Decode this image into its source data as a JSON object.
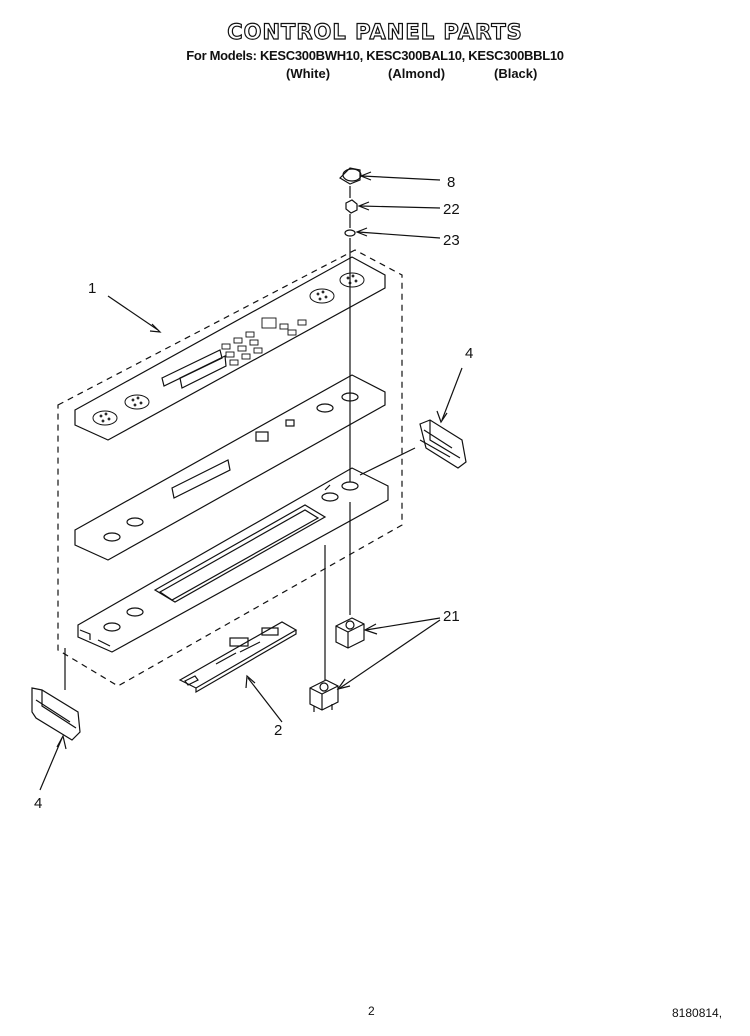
{
  "header": {
    "title": "CONTROL PANEL PARTS",
    "models": "For Models: KESC300BWH10, KESC300BAL10, KESC300BBL10",
    "colors": [
      "(White)",
      "(Almond)",
      "(Black)"
    ]
  },
  "callouts": [
    "1",
    "2",
    "4",
    "4",
    "8",
    "21",
    "22",
    "23"
  ],
  "footer": {
    "page": "2",
    "code": "8180814,"
  },
  "icons": [
    "knob-icon",
    "nut-icon",
    "washer-icon",
    "end-cap-icon",
    "switch-icon",
    "control-board-icon"
  ]
}
